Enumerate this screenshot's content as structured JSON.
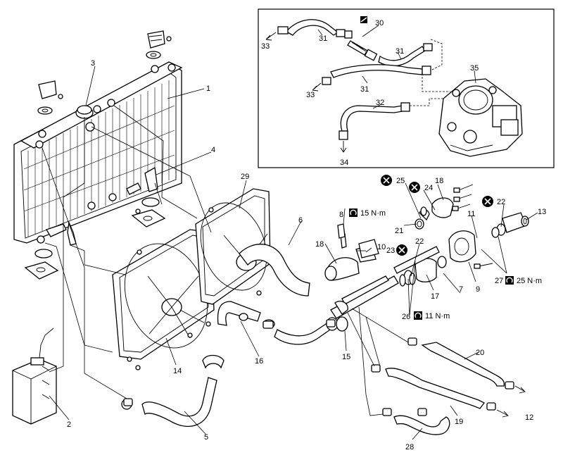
{
  "callouts": {
    "c1": "1",
    "c2": "2",
    "c3": "3",
    "c4": "4",
    "c5": "5",
    "c6": "6",
    "c7": "7",
    "c8": "8",
    "c9": "9",
    "c10": "10",
    "c11": "11",
    "c12": "12",
    "c13": "13",
    "c14": "14",
    "c15": "15",
    "c16": "16",
    "c17": "17",
    "c18a": "18",
    "c18b": "18",
    "c19": "19",
    "c20": "20",
    "c21": "21",
    "c22a": "22",
    "c22b": "22",
    "c23": "23",
    "c24": "24",
    "c25": "25",
    "c26": "26",
    "c27": "27",
    "c28": "28",
    "c29": "29",
    "c30": "30",
    "c31a": "31",
    "c31b": "31",
    "c31c": "31",
    "c32": "32",
    "c33a": "33",
    "c33b": "33",
    "c34": "34",
    "c35": "35"
  },
  "torques": {
    "t15": "15 N·m",
    "t11": "11 N·m",
    "t25": "25 N·m"
  },
  "colors": {
    "line": "#000000",
    "background": "#ffffff"
  },
  "icons": [
    "do-not-reuse-icon",
    "torque-wrench-icon",
    "apply-sealant-icon"
  ]
}
